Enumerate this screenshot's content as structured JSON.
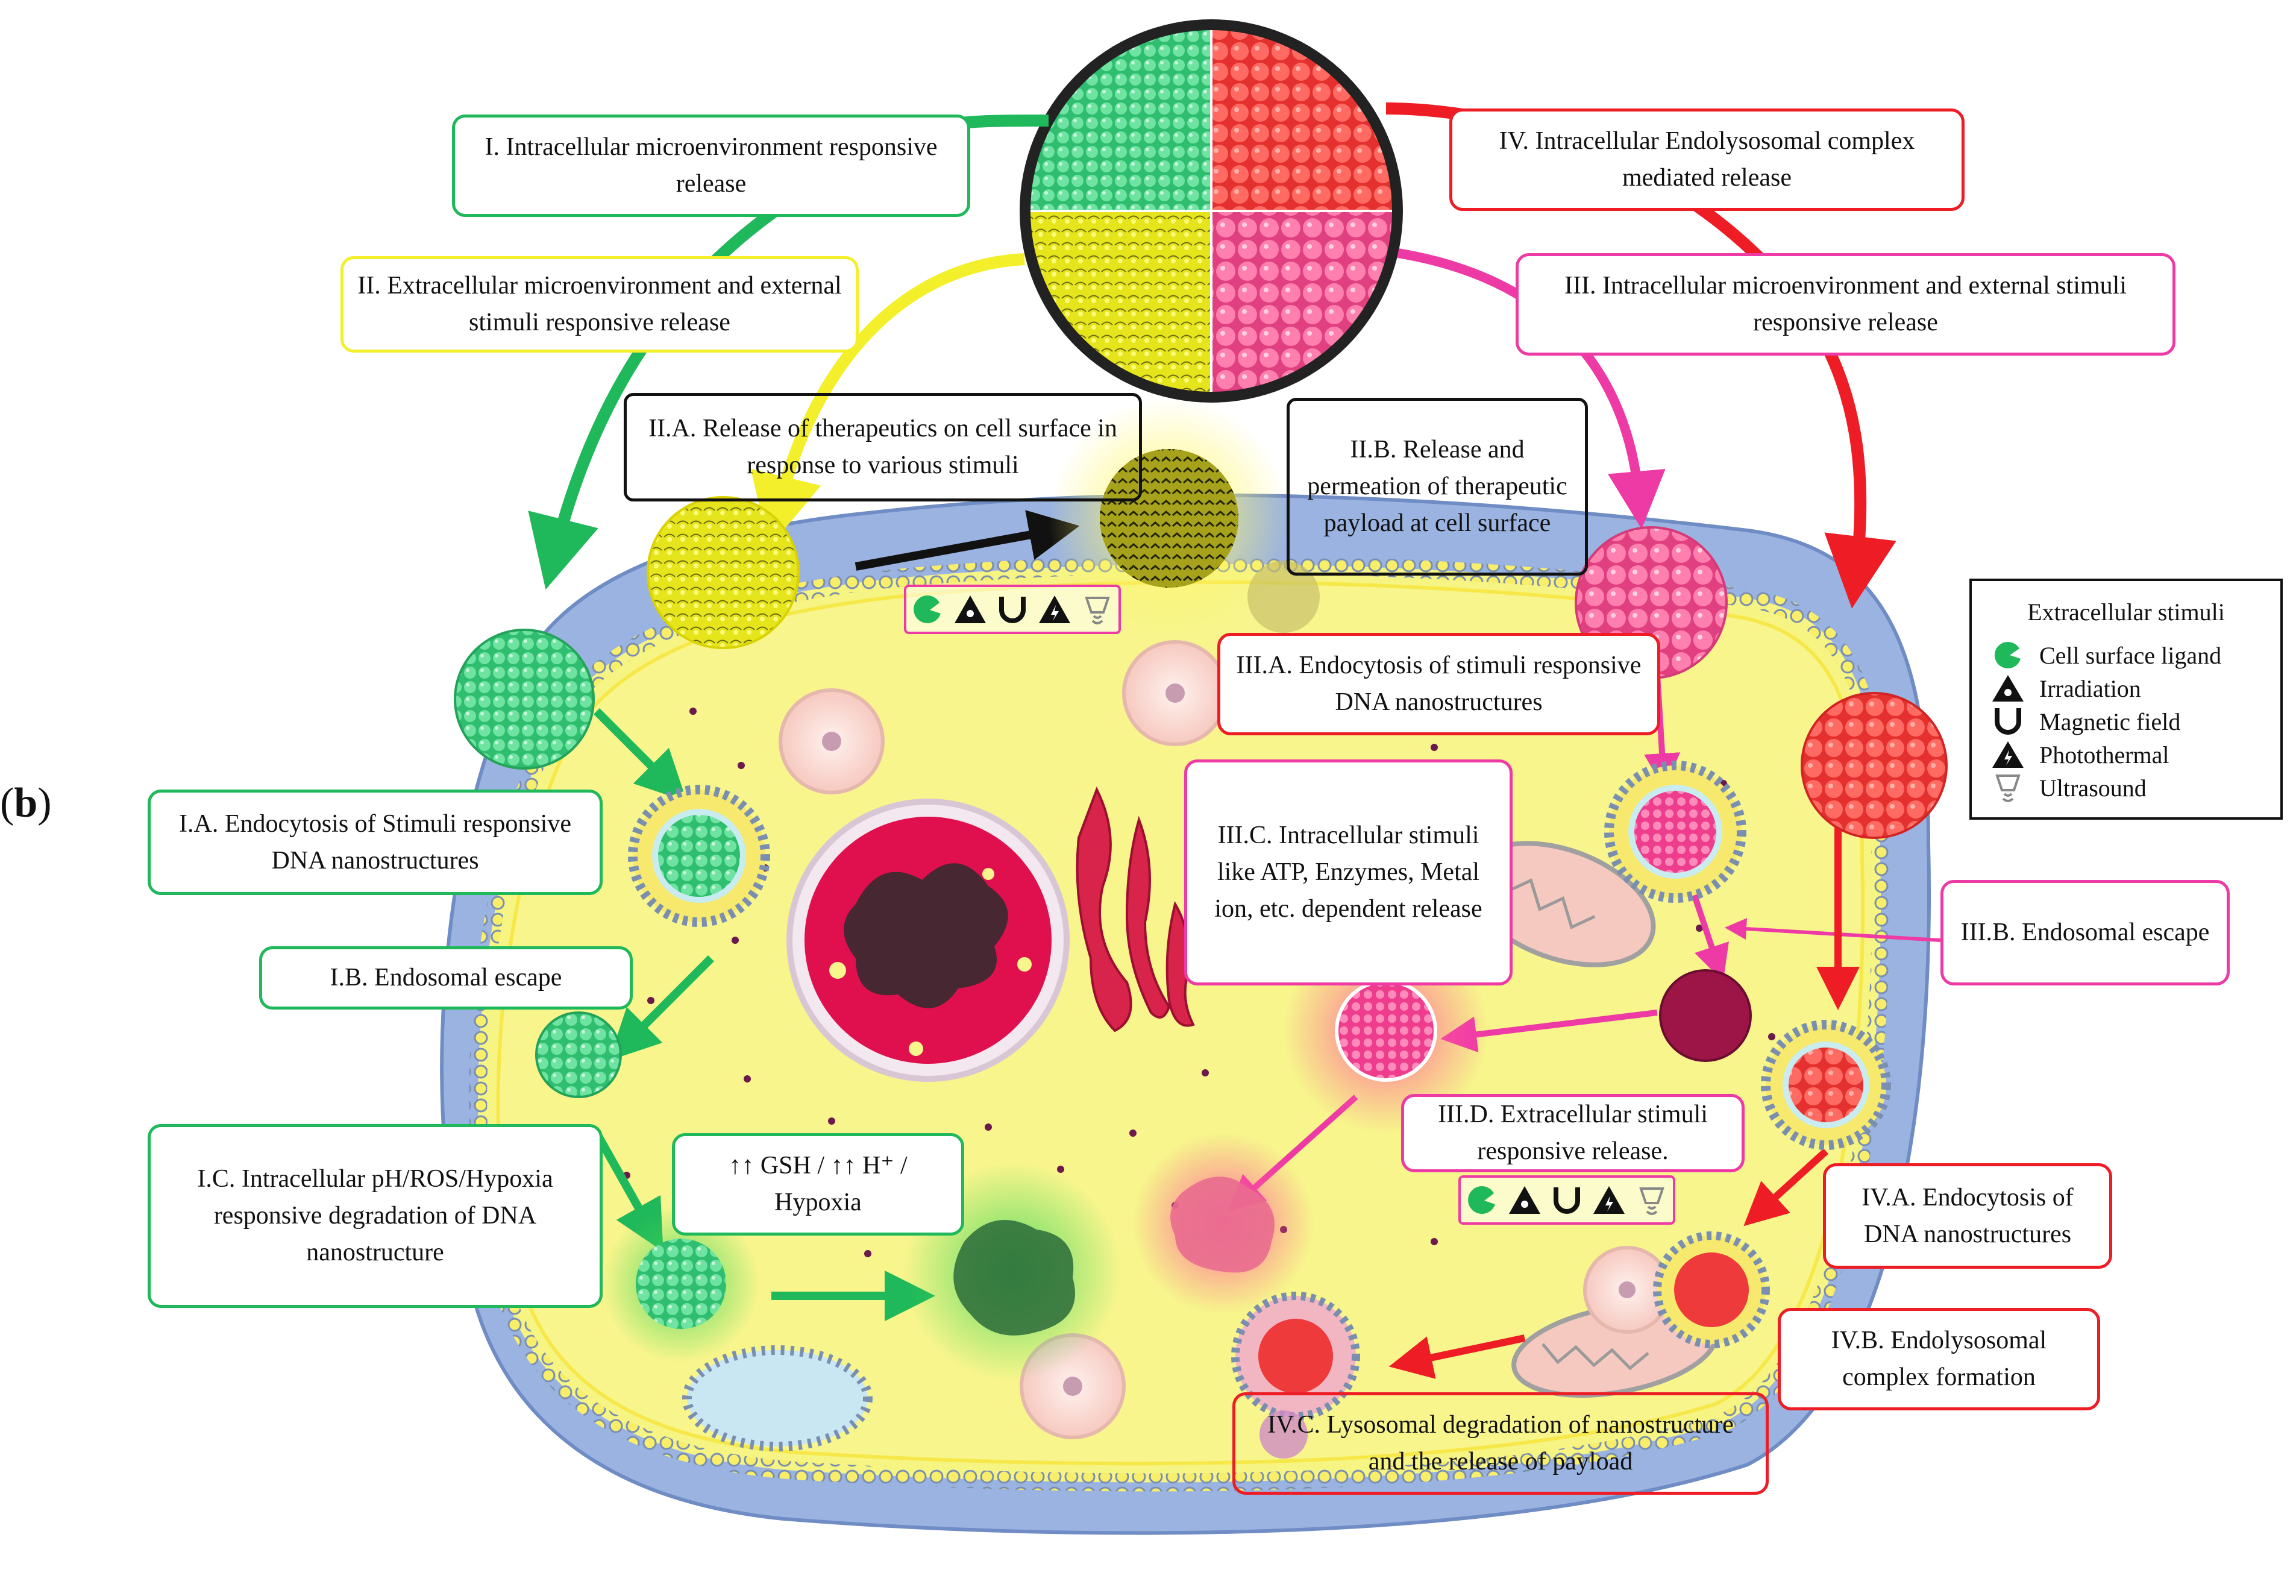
{
  "panel_label": {
    "open": "(",
    "letter": "b",
    "close": ")"
  },
  "colors": {
    "green": "#1fb85a",
    "yellow": "#f3ef2a",
    "pink": "#ee3aa5",
    "red": "#ee1c25",
    "black": "#111111",
    "cell_fill": "#f7f58c",
    "cell_outer": "#8fa6d8",
    "nucleus": "#e0104f"
  },
  "labels": {
    "i": "I. Intracellular microenvironment responsive release",
    "ii": "II. Extracellular microenvironment and external stimuli responsive release",
    "iii": "III. Intracellular microenvironment and external stimuli responsive release",
    "iv": "IV. Intracellular Endolysosomal complex mediated release",
    "iia": "II.A. Release of therapeutics on cell surface in response to various stimuli",
    "iib": "II.B. Release and permeation of therapeutic payload at cell surface",
    "ia": "I.A. Endocytosis of Stimuli responsive DNA nanostructures",
    "ib": "I.B. Endosomal escape",
    "ic": "I.C. Intracellular pH/ROS/Hypoxia responsive degradation of DNA nanostructure",
    "ic_cond_line1": "↑↑ GSH / ↑↑ H⁺ /",
    "ic_cond_line2": "Hypoxia",
    "iiia": "III.A. Endocytosis of stimuli responsive DNA nanostructures",
    "iiib": "III.B. Endosomal escape",
    "iiic": "III.C. Intracellular stimuli like ATP, Enzymes, Metal ion, etc. dependent release",
    "iiid": "III.D. Extracellular stimuli responsive release.",
    "iva": "IV.A. Endocytosis of DNA nanostructures",
    "ivb": "IV.B. Endolysosomal complex formation",
    "ivc": "IV.C. Lysosomal degradation of nanostructure and the release of payload"
  },
  "legend": {
    "title": "Extracellular stimuli",
    "items": [
      {
        "icon": "cell-surface-ligand-icon",
        "label": "Cell surface ligand"
      },
      {
        "icon": "irradiation-icon",
        "label": "Irradiation"
      },
      {
        "icon": "magnetic-field-icon",
        "label": "Magnetic field"
      },
      {
        "icon": "photothermal-icon",
        "label": "Photothermal"
      },
      {
        "icon": "ultrasound-icon",
        "label": "Ultrasound"
      }
    ]
  }
}
